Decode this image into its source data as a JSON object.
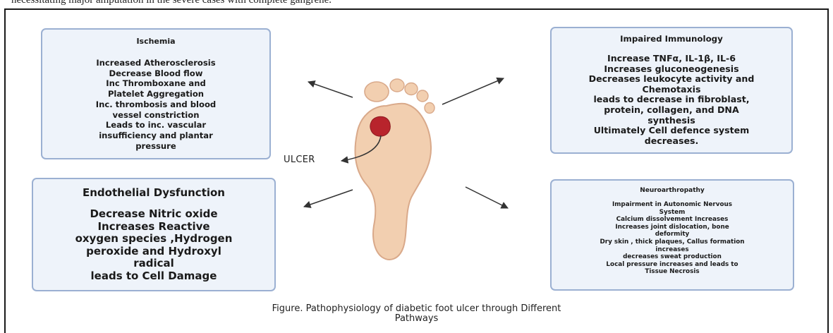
{
  "top_strip": {
    "text": "necessitating major amputation in the severe cases with complete gangrene."
  },
  "ischemia": {
    "title": "Ischemia",
    "lines": [
      "Increased Atherosclerosis",
      "Decrease Blood flow",
      "Inc Thromboxane and",
      "Platelet Aggregation",
      "Inc. thrombosis and blood",
      "vessel constriction",
      "Leads to inc. vascular",
      "insufficiency and plantar",
      "pressure"
    ]
  },
  "immunology": {
    "title": "Impaired Immunology",
    "lines": [
      "Increase TNFα, IL-1β, IL-6",
      "Increases gluconeogenesis",
      "Decreases leukocyte activity and",
      "Chemotaxis",
      "leads to decrease in fibroblast,",
      "protein, collagen, and DNA",
      "synthesis",
      "Ultimately Cell defence system",
      "decreases."
    ]
  },
  "endothelial": {
    "title": "Endothelial Dysfunction",
    "lines": [
      "Decrease Nitric oxide",
      "Increases Reactive",
      "oxygen species ,Hydrogen",
      "peroxide and Hydroxyl",
      "radical",
      "leads to Cell Damage"
    ]
  },
  "neuro": {
    "title": "Neuroarthropathy",
    "lines": [
      "Impairment in Autonomic Nervous",
      "System",
      "Calcium dissolvement Increases",
      "Increases joint dislocation, bone",
      "deformity",
      "Dry skin , thick plaques, Callus formation",
      "increases",
      "decreases sweat production",
      "Local pressure increases and leads to",
      "Tissue Necrosis"
    ]
  },
  "ulcer_label": "ULCER",
  "caption": {
    "line1": "Figure. Pathophysiology of diabetic foot ulcer through  Different",
    "line2": "Pathways"
  },
  "colors": {
    "box_border": "#9bb0d2",
    "box_fill": "#eef3fa",
    "foot_fill": "#f2cfb0",
    "foot_stroke": "#d9a98a",
    "ulcer": "#b8242c",
    "arrow": "#333333"
  },
  "icons": {
    "foot": "foot-illustration",
    "ulcer": "ulcer-wound"
  }
}
